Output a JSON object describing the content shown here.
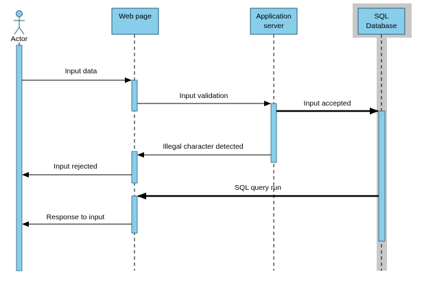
{
  "colors": {
    "box_fill": "#87CEEB",
    "box_stroke": "#2a5a78",
    "activation_fill": "#87CEEB",
    "highlight_gray": "#c8c8c8",
    "line": "#000000"
  },
  "actor": {
    "label": "Actor",
    "icon": "stick-figure-icon"
  },
  "participants": [
    {
      "id": "web",
      "label_lines": [
        "Web page"
      ]
    },
    {
      "id": "app",
      "label_lines": [
        "Application",
        "server"
      ]
    },
    {
      "id": "db",
      "label_lines": [
        "SQL",
        "Database"
      ]
    }
  ],
  "messages": [
    {
      "label": "Input data",
      "from": "actor",
      "to": "web",
      "style": "normal"
    },
    {
      "label": "Input validation",
      "from": "web",
      "to": "app",
      "style": "normal"
    },
    {
      "label": "Input accepted",
      "from": "app",
      "to": "db",
      "style": "bold"
    },
    {
      "label": "Illegal character detected",
      "from": "app",
      "to": "web",
      "style": "normal"
    },
    {
      "label": "Input rejected",
      "from": "web",
      "to": "actor",
      "style": "normal"
    },
    {
      "label": "SQL query run",
      "from": "db",
      "to": "web",
      "style": "bold"
    },
    {
      "label": "Response to input",
      "from": "web",
      "to": "actor",
      "style": "normal"
    }
  ]
}
